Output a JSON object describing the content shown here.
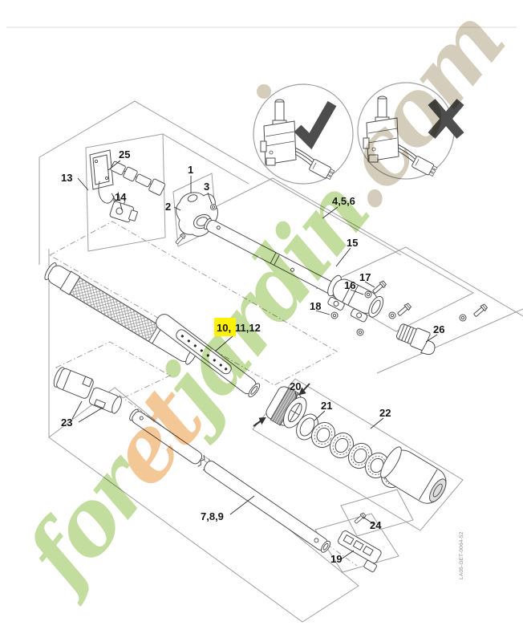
{
  "page": {
    "background": "#ffffff",
    "top_rule_color": "#e8e8e8"
  },
  "diagram": {
    "panel_line_color": "#9f9f9f",
    "part_line_color": "#4f4f4f",
    "label_color": "#151515",
    "mark_color": "#4d4d4d",
    "drawing_code": "LA05-GET-0064-52"
  },
  "highlight": {
    "color": "#fff200"
  },
  "assembly_check": {
    "correct_icon": "check-icon",
    "incorrect_icon": "x-icon"
  },
  "watermark": {
    "full_text": "foretjardin.com",
    "opacity": 0.85,
    "segments": [
      {
        "text": "for",
        "color": "#b9d78e"
      },
      {
        "text": "et",
        "color": "#f2bd85"
      },
      {
        "text": "jardin",
        "color": "#b9d78e"
      },
      {
        "text": ".com",
        "color": "#cdc4af"
      }
    ]
  },
  "labels": {
    "p1": "1",
    "p2": "2",
    "p3": "3",
    "p456": "4,5,6",
    "p789": "7,8,9",
    "p10hl": "10,",
    "p10rest": "11,12",
    "p13": "13",
    "p14": "14",
    "p15": "15",
    "p16": "16",
    "p17": "17",
    "p18": "18",
    "p19": "19",
    "p20": "20",
    "p21": "21",
    "p22": "22",
    "p23": "23",
    "p24": "24",
    "p25": "25",
    "p26": "26"
  }
}
